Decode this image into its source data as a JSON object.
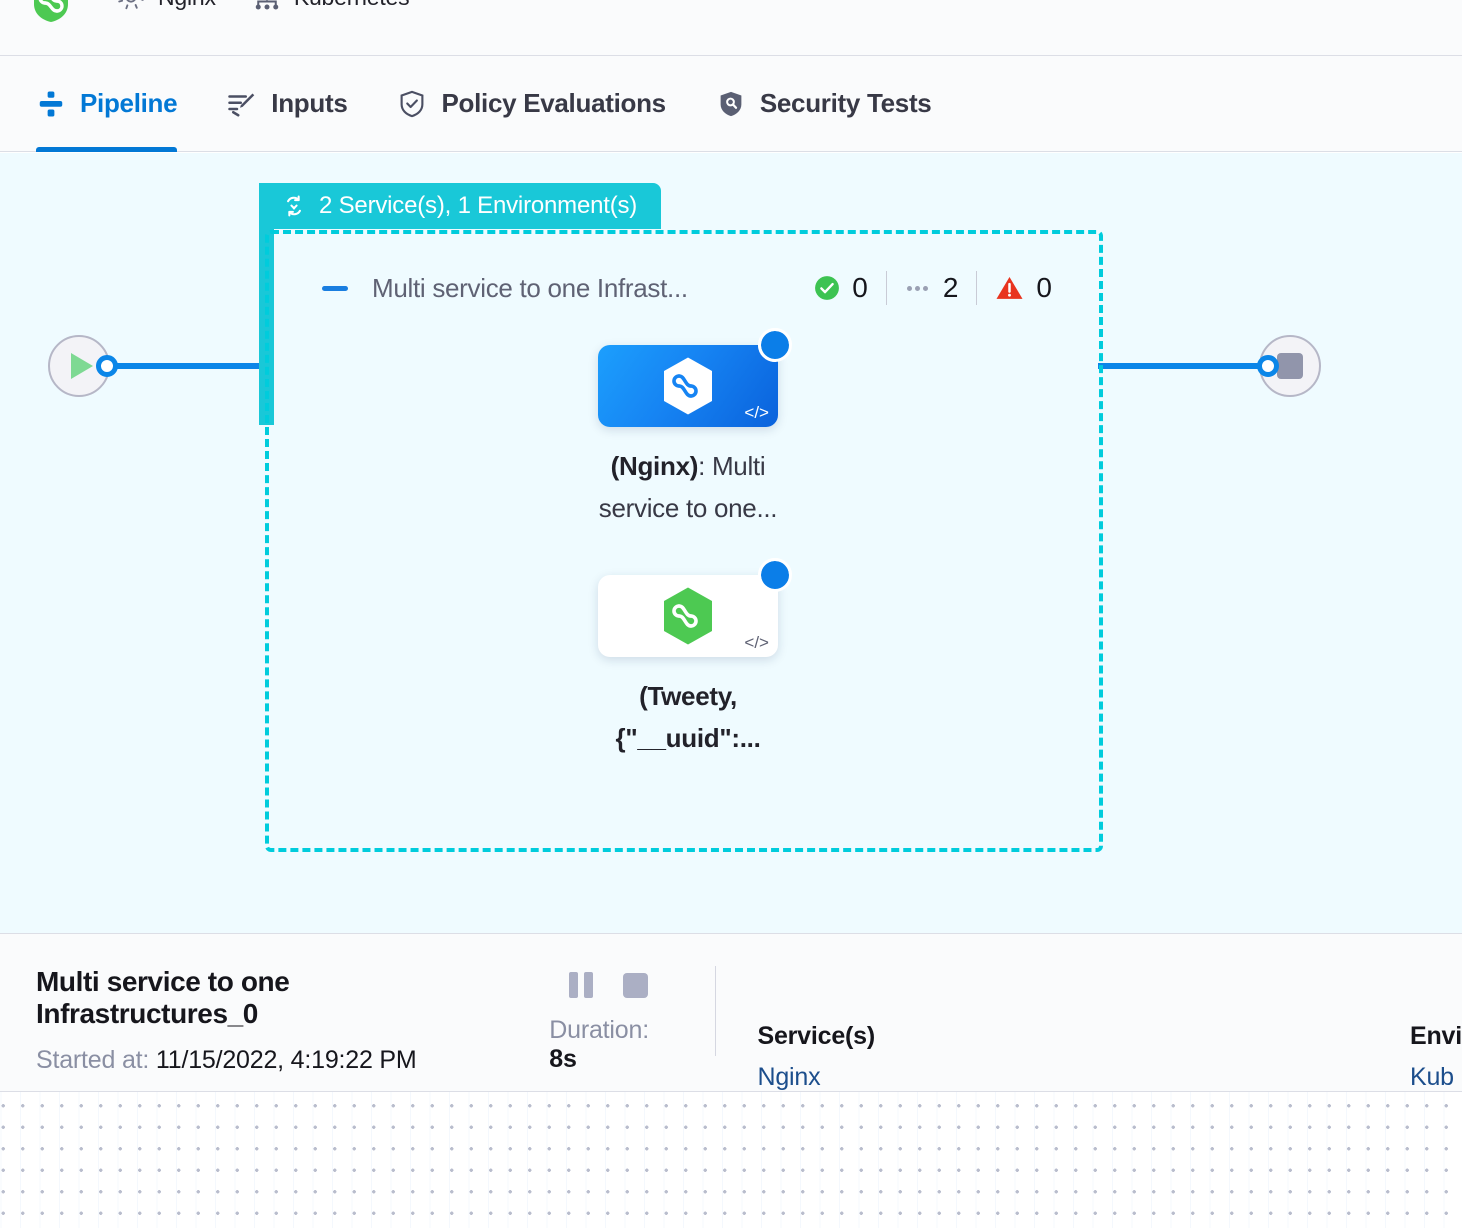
{
  "breadcrumb": {
    "items": [
      {
        "icon": "harness-shield-icon",
        "label": ""
      },
      {
        "icon": "gear-icon",
        "label": "Nginx"
      },
      {
        "icon": "kubernetes-icon",
        "label": "Kubernetes"
      }
    ]
  },
  "tabs": [
    {
      "id": "pipeline",
      "label": "Pipeline",
      "icon": "pipeline-icon",
      "active": true
    },
    {
      "id": "inputs",
      "label": "Inputs",
      "icon": "inputs-icon",
      "active": false
    },
    {
      "id": "policy-evaluations",
      "label": "Policy Evaluations",
      "icon": "shield-check-icon",
      "active": false
    },
    {
      "id": "security-tests",
      "label": "Security Tests",
      "icon": "shield-scan-icon",
      "active": false
    }
  ],
  "canvas": {
    "start_node": {
      "name": "start-node",
      "icon": "play-icon"
    },
    "end_node": {
      "name": "end-node",
      "icon": "stop-icon"
    },
    "group": {
      "badge_icon": "matrix-loop-icon",
      "badge_label": "2 Service(s), 1 Environment(s)",
      "stage_title": "Multi service to one Infrast...",
      "counts": [
        {
          "icon": "check-circle-icon",
          "value": "0",
          "color": "#3dc352"
        },
        {
          "icon": "ellipsis-icon",
          "value": "2",
          "color": "#9aa0b3"
        },
        {
          "icon": "warning-triangle-icon",
          "value": "0",
          "color": "#e8341f"
        }
      ],
      "steps": [
        {
          "name": "step-nginx",
          "logo": "harness-hex-blue-icon",
          "code_tag": "</>",
          "status": "running",
          "label_bold": "(Nginx)",
          "label_rest": ": Multi service to one..."
        },
        {
          "name": "step-tweety",
          "logo": "harness-hex-green-icon",
          "code_tag": "</>",
          "status": "running",
          "label_bold": "(Tweety,",
          "label_rest": " {\"__uuid\":..."
        }
      ]
    }
  },
  "details": {
    "title": "Multi service to one Infrastructures_0",
    "started_label": "Started at:",
    "started_value": "11/15/2022, 4:19:22 PM",
    "pause_icon": "pause-icon",
    "stop_icon": "stop-icon",
    "duration_label": "Duration:",
    "duration_value": "8s",
    "services_title": "Service(s)",
    "services_value": "Nginx",
    "environments_title": "Envi",
    "environments_value": "Kub"
  },
  "colors": {
    "accent_blue": "#0278d5",
    "group_teal": "#19c8d8",
    "canvas_bg": "#effbff",
    "panel_bg": "#fafbfc",
    "success_green": "#3dc352",
    "error_red": "#e8341f",
    "link_blue": "#1c4e8c"
  }
}
